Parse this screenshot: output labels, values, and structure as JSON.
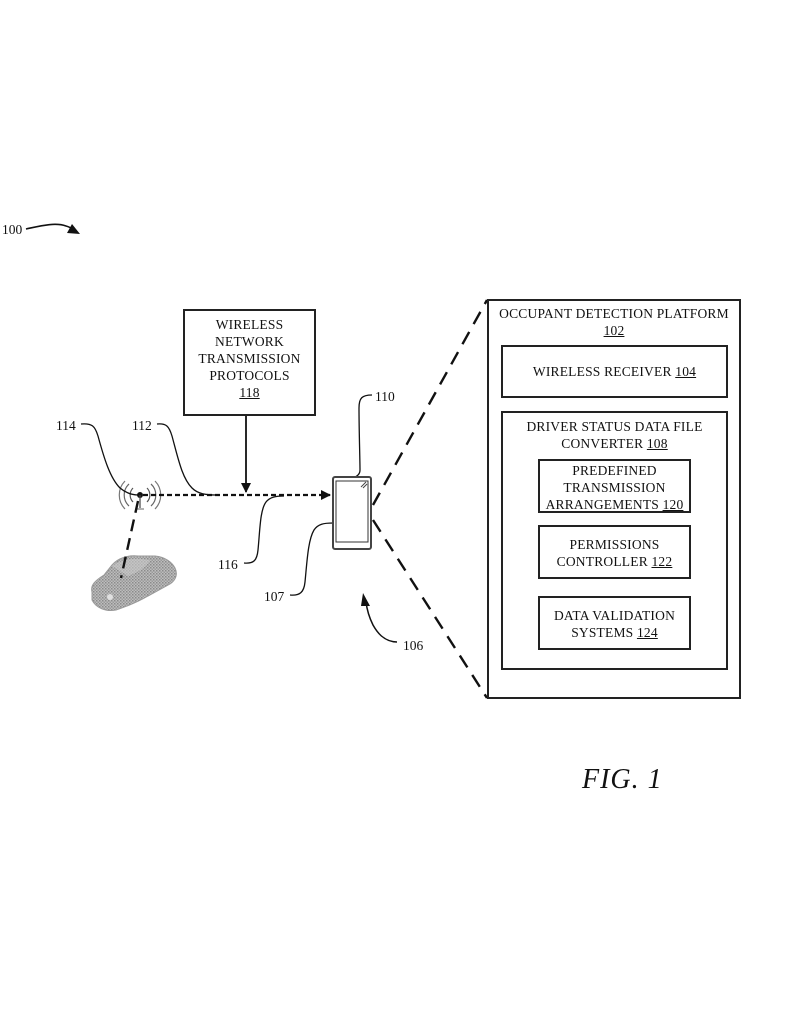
{
  "figure": {
    "caption": "FIG. 1",
    "system_ref": "100"
  },
  "protocols_box": {
    "lines": [
      "WIRELESS",
      "NETWORK",
      "TRANSMISSION",
      "PROTOCOLS"
    ],
    "ref": "118"
  },
  "platform": {
    "title": "OCCUPANT DETECTION PLATFORM",
    "ref": "102",
    "wireless_receiver": {
      "label": "WIRELESS RECEIVER",
      "ref": "104"
    },
    "converter": {
      "lines": [
        "DRIVER STATUS DATA FILE",
        "CONVERTER"
      ],
      "ref": "108",
      "components": [
        {
          "lines": [
            "PREDEFINED",
            "TRANSMISSION",
            "ARRANGEMENTS"
          ],
          "ref": "120"
        },
        {
          "lines": [
            "PERMISSIONS",
            "CONTROLLER"
          ],
          "ref": "122"
        },
        {
          "lines": [
            "DATA VALIDATION",
            "SYSTEMS"
          ],
          "ref": "124"
        }
      ]
    }
  },
  "callouts": {
    "antenna": "114",
    "signal_path": "112",
    "transmission": "116",
    "device_top": "110",
    "device": "107",
    "zoom_view": "106"
  },
  "icons": {
    "antenna": "wireless-antenna-icon",
    "vehicle": "car-icon",
    "device": "mobile-phone-icon"
  }
}
